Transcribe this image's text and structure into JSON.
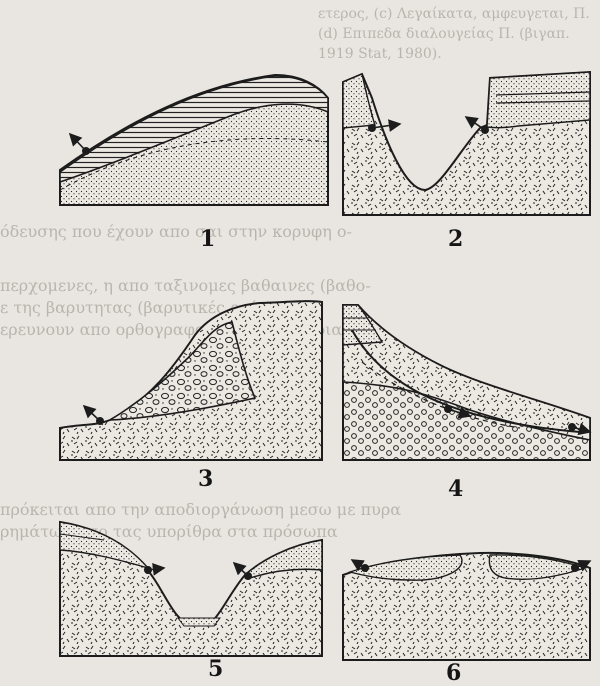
{
  "bleed_text": [
    "ετερος, (c) Λεγαίκατα, αμφευγεται, Π.",
    "(d) Επιπεδα διαλουγείας Π. (βιγαπ.",
    "1919 Stat, 1980).",
    "όδευσης που έχουν απο σαι στην κορυφη ο-",
    "περχομενες, η απο ταξινομες βαθαινες (βαθο-",
    "ε της βαρυτητας (βαρυτικές ροές).",
    "ερευνουν απο ορθογραφα απο τα κριτηρια-",
    "πρόκειται απο την αποδιοργάνωση μεσω με πυρα",
    "ρημάτων απο τας υπορίθρα στα πρόσωπα"
  ],
  "panels": [
    {
      "label": "1"
    },
    {
      "label": "2"
    },
    {
      "label": "3"
    },
    {
      "label": "4"
    },
    {
      "label": "5"
    },
    {
      "label": "6"
    }
  ],
  "colors": {
    "ink": "#1c1c1c",
    "paper": "#ece9e3",
    "bleed": "#b9b5ae"
  }
}
